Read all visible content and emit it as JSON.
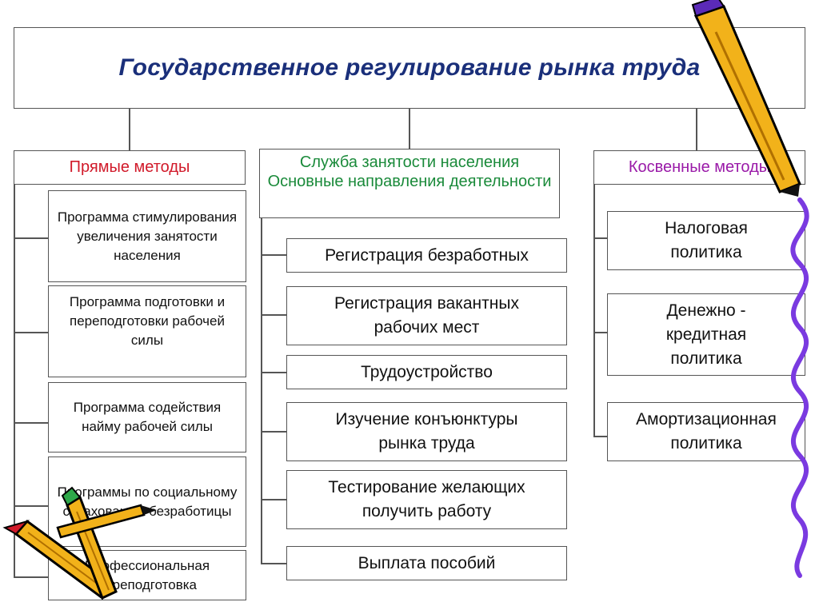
{
  "title": "Государственное регулирование рынка труда",
  "left": {
    "heading": "Прямые методы",
    "items": [
      "Программа стимулирования увеличения занятости населения",
      "Программа подготовки и переподготовки рабочей силы",
      "Программа содействия найму рабочей силы",
      "Программы по социальному страхованию безработицы",
      "Профессиональная переподготовка"
    ]
  },
  "center": {
    "heading": "Служба занятости населения Основные направления деятельности",
    "items": [
      "Регистрация безработных",
      "Регистрация вакантных рабочих мест",
      "Трудоустройство",
      "Изучение конъюнктуры рынка труда",
      "Тестирование желающих получить работу",
      "Выплата пособий"
    ]
  },
  "right": {
    "heading": "Косвенные методы",
    "items": [
      "Налоговая политика",
      "Денежно - кредитная политика",
      "Амортизационная политика"
    ]
  },
  "colors": {
    "title": "#1a2f7a",
    "left_heading": "#d11a2a",
    "center_heading": "#1a8a3a",
    "right_heading": "#9a1aa8"
  },
  "decorations": [
    "pencil-icon",
    "pencil-icon",
    "pencil-icon",
    "wavy-line"
  ]
}
